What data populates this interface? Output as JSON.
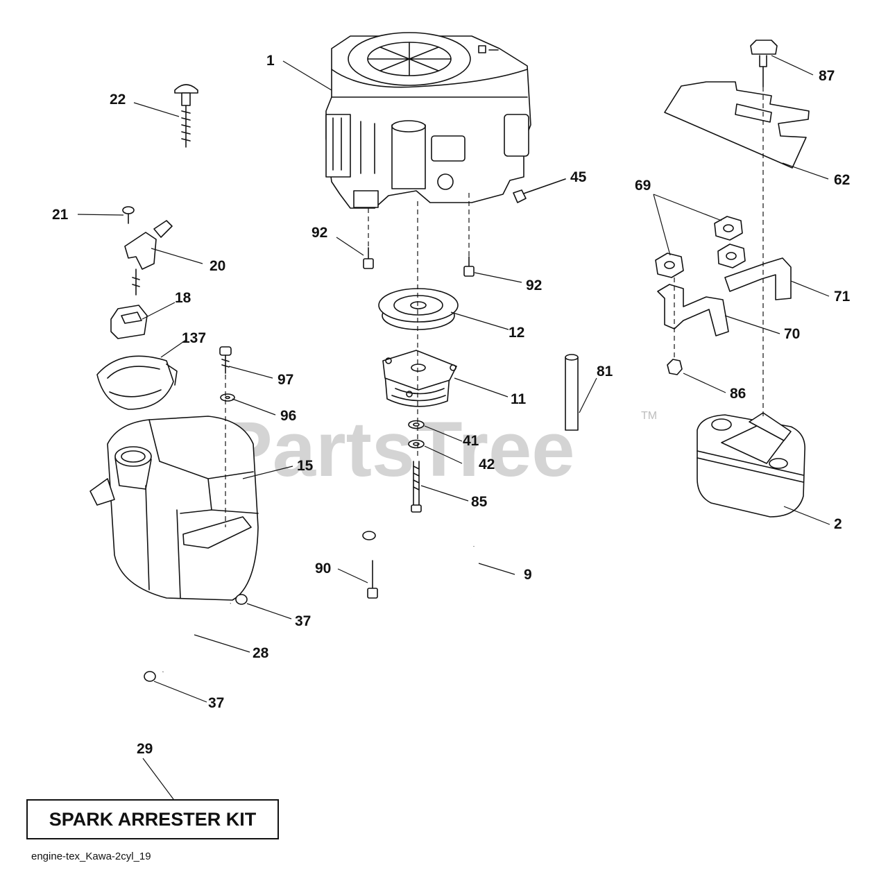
{
  "watermark": {
    "text": "PartsTree",
    "tm": "TM"
  },
  "kit_label": "SPARK ARRESTER KIT",
  "caption": "engine-tex_Kawa-2cyl_19",
  "callouts": [
    "1",
    "22",
    "21",
    "20",
    "18",
    "137",
    "97",
    "96",
    "15",
    "37",
    "28",
    "37",
    "29",
    "92",
    "92",
    "45",
    "12",
    "11",
    "41",
    "42",
    "85",
    "90",
    "9",
    "81",
    "87",
    "62",
    "69",
    "71",
    "70",
    "86",
    "2"
  ]
}
